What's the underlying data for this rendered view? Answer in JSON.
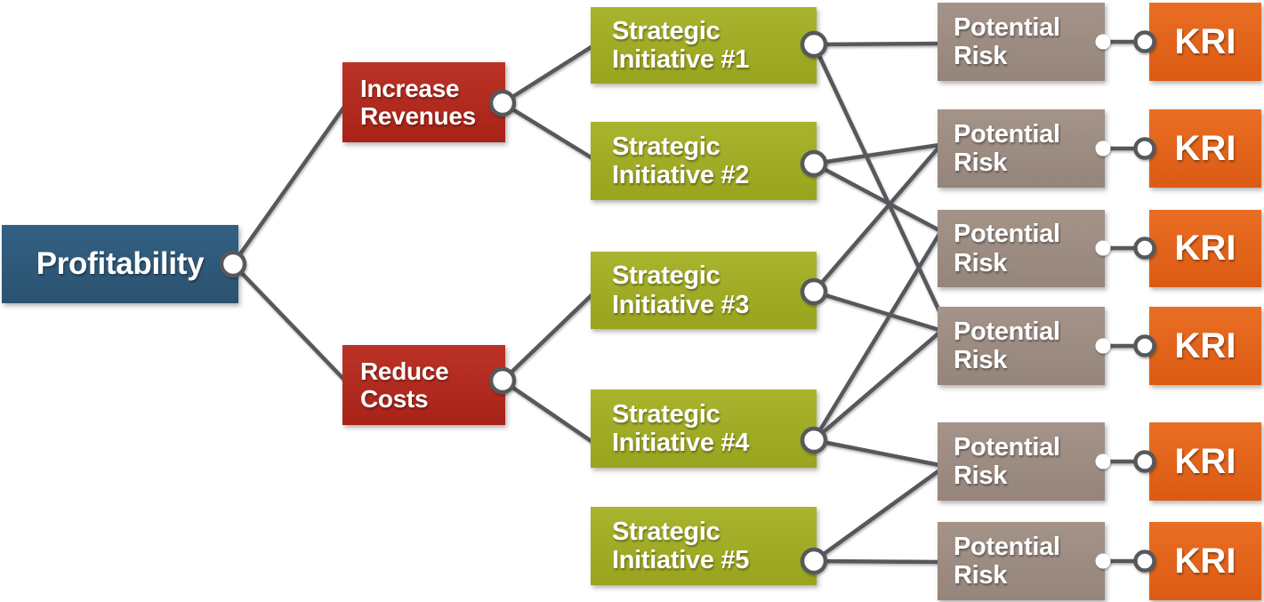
{
  "diagram": {
    "nodes": {
      "profitability": {
        "label": "Profitability",
        "color": "#2f5a7b"
      },
      "increase_revenues": {
        "label": "Increase Revenues",
        "color": "#b3281f"
      },
      "reduce_costs": {
        "label": "Reduce Costs",
        "color": "#b3281f"
      },
      "si1": {
        "label": "Strategic Initiative #1",
        "color": "#a2ad25"
      },
      "si2": {
        "label": "Strategic Initiative #2",
        "color": "#a2ad25"
      },
      "si3": {
        "label": "Strategic Initiative #3",
        "color": "#a2ad25"
      },
      "si4": {
        "label": "Strategic Initiative #4",
        "color": "#a2ad25"
      },
      "si5": {
        "label": "Strategic Initiative #5",
        "color": "#a2ad25"
      },
      "pr1": {
        "label": "Potential Risk",
        "color": "#9c8d83"
      },
      "pr2": {
        "label": "Potential Risk",
        "color": "#9c8d83"
      },
      "pr3": {
        "label": "Potential Risk",
        "color": "#9c8d83"
      },
      "pr4": {
        "label": "Potential Risk",
        "color": "#9c8d83"
      },
      "pr5": {
        "label": "Potential Risk",
        "color": "#9c8d83"
      },
      "pr6": {
        "label": "Potential Risk",
        "color": "#9c8d83"
      },
      "kri1": {
        "label": "KRI",
        "color": "#e4631c"
      },
      "kri2": {
        "label": "KRI",
        "color": "#e4631c"
      },
      "kri3": {
        "label": "KRI",
        "color": "#e4631c"
      },
      "kri4": {
        "label": "KRI",
        "color": "#e4631c"
      },
      "kri5": {
        "label": "KRI",
        "color": "#e4631c"
      },
      "kri6": {
        "label": "KRI",
        "color": "#e4631c"
      }
    },
    "edges": {
      "goal_to_levers": [
        [
          "profitability",
          "increase_revenues"
        ],
        [
          "profitability",
          "reduce_costs"
        ]
      ],
      "levers_to_initiatives": [
        [
          "increase_revenues",
          "si1"
        ],
        [
          "increase_revenues",
          "si2"
        ],
        [
          "reduce_costs",
          "si3"
        ],
        [
          "reduce_costs",
          "si4"
        ]
      ],
      "initiatives_to_risks": [
        [
          "si1",
          "pr1"
        ],
        [
          "si1",
          "pr4"
        ],
        [
          "si2",
          "pr2"
        ],
        [
          "si2",
          "pr3"
        ],
        [
          "si3",
          "pr2"
        ],
        [
          "si3",
          "pr4"
        ],
        [
          "si4",
          "pr3"
        ],
        [
          "si4",
          "pr4"
        ],
        [
          "si4",
          "pr5"
        ],
        [
          "si5",
          "pr5"
        ],
        [
          "si5",
          "pr6"
        ]
      ],
      "risks_to_kris": [
        [
          "pr1",
          "kri1"
        ],
        [
          "pr2",
          "kri2"
        ],
        [
          "pr3",
          "kri3"
        ],
        [
          "pr4",
          "kri4"
        ],
        [
          "pr5",
          "kri5"
        ],
        [
          "pr6",
          "kri6"
        ]
      ]
    },
    "colors": {
      "goal_blue": "#2f5a7b",
      "lever_red": "#b3281f",
      "initiative_green": "#a2ad25",
      "risk_taupe": "#9c8d83",
      "kri_orange": "#e4631c",
      "connector_gray": "#57585b",
      "text_white": "#ffffff",
      "background": "#ffffff"
    }
  }
}
